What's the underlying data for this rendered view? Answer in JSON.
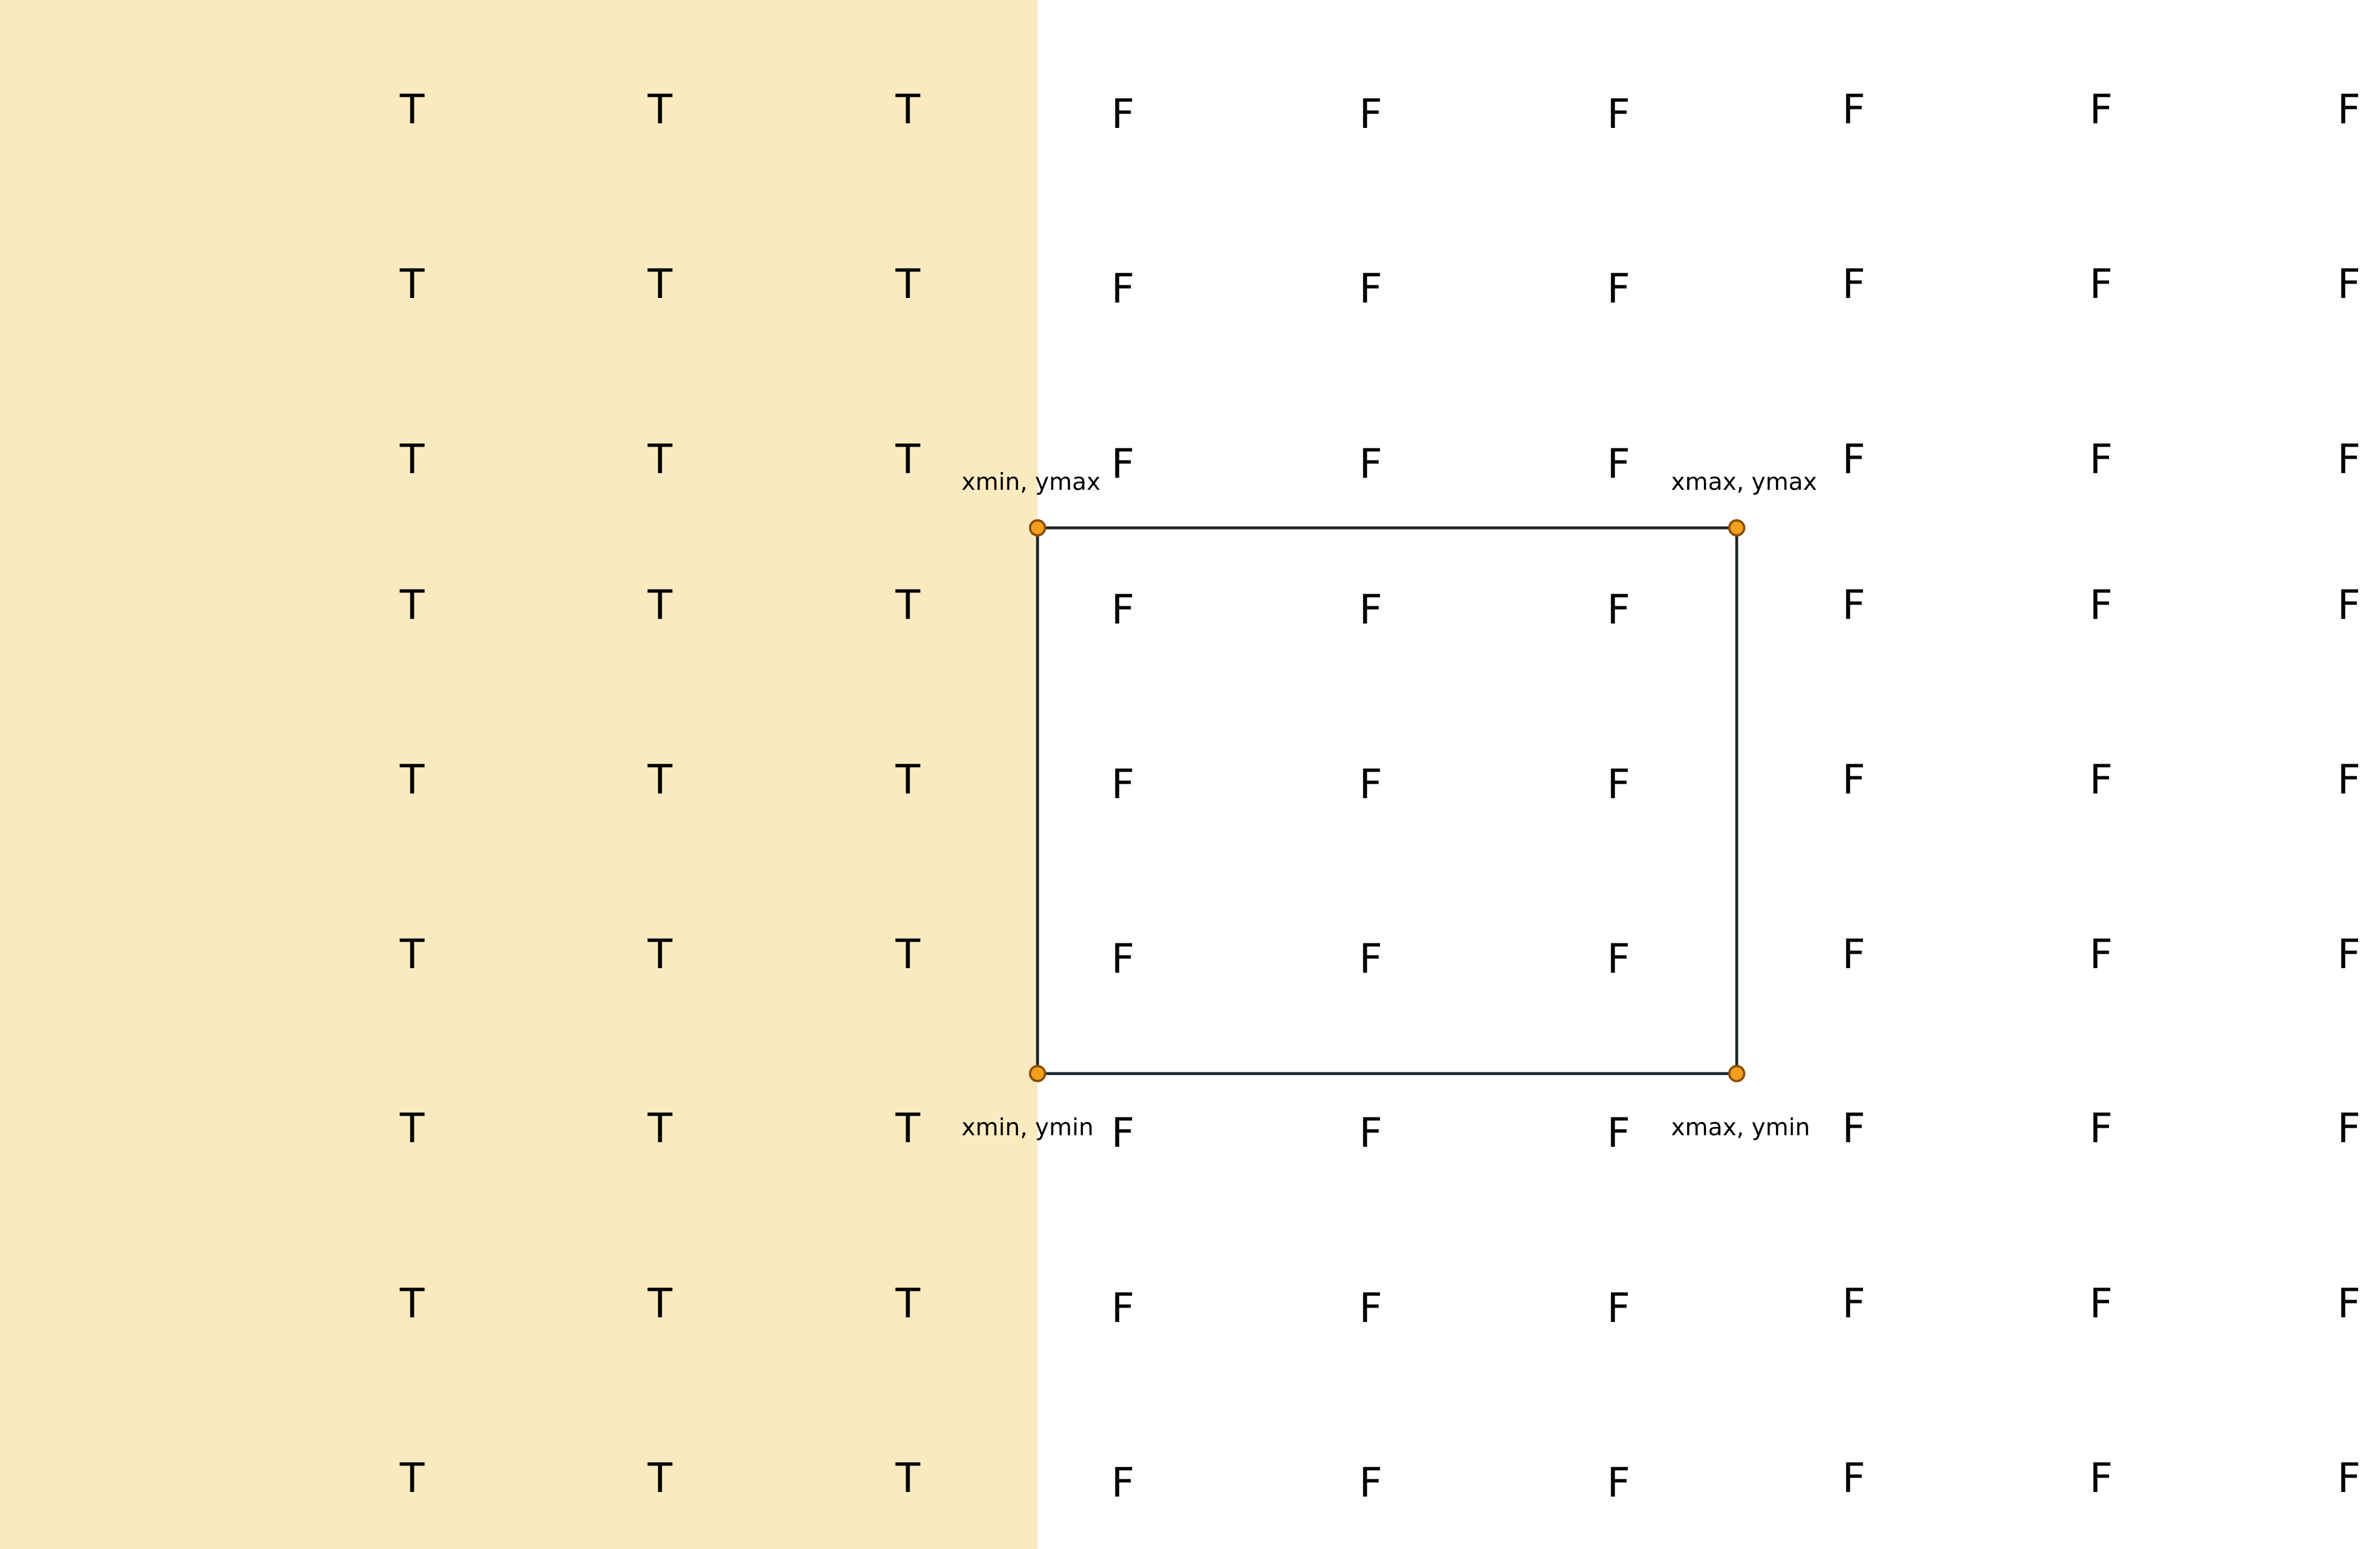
{
  "diagram": {
    "colors": {
      "region_fill": "#f9eac0",
      "background": "#ffffff",
      "rectangle_stroke": "#1a2328",
      "point_fill": "#f3a01e",
      "point_stroke": "#8a4e0a",
      "letter": "#000000"
    },
    "grid": {
      "rows": [
        [
          "T",
          "T",
          "T",
          "F",
          "F",
          "F",
          "F",
          "F",
          "F"
        ],
        [
          "T",
          "T",
          "T",
          "F",
          "F",
          "F",
          "F",
          "F",
          "F"
        ],
        [
          "T",
          "T",
          "T",
          "F",
          "F",
          "F",
          "F",
          "F",
          "F"
        ],
        [
          "T",
          "T",
          "T",
          "F",
          "F",
          "F",
          "F",
          "F",
          "F"
        ],
        [
          "T",
          "T",
          "T",
          "F",
          "F",
          "F",
          "F",
          "F",
          "F"
        ],
        [
          "T",
          "T",
          "T",
          "F",
          "F",
          "F",
          "F",
          "F",
          "F"
        ],
        [
          "T",
          "T",
          "T",
          "F",
          "F",
          "F",
          "F",
          "F",
          "F"
        ],
        [
          "T",
          "T",
          "T",
          "F",
          "F",
          "F",
          "F",
          "F",
          "F"
        ],
        [
          "T",
          "T",
          "T",
          "F",
          "F",
          "F",
          "F",
          "F",
          "F"
        ]
      ]
    },
    "corners": {
      "top_left": "xmin, ymax",
      "top_right": "xmax, ymax",
      "bottom_left": "xmin, ymin",
      "bottom_right": "xmax, ymin"
    }
  }
}
